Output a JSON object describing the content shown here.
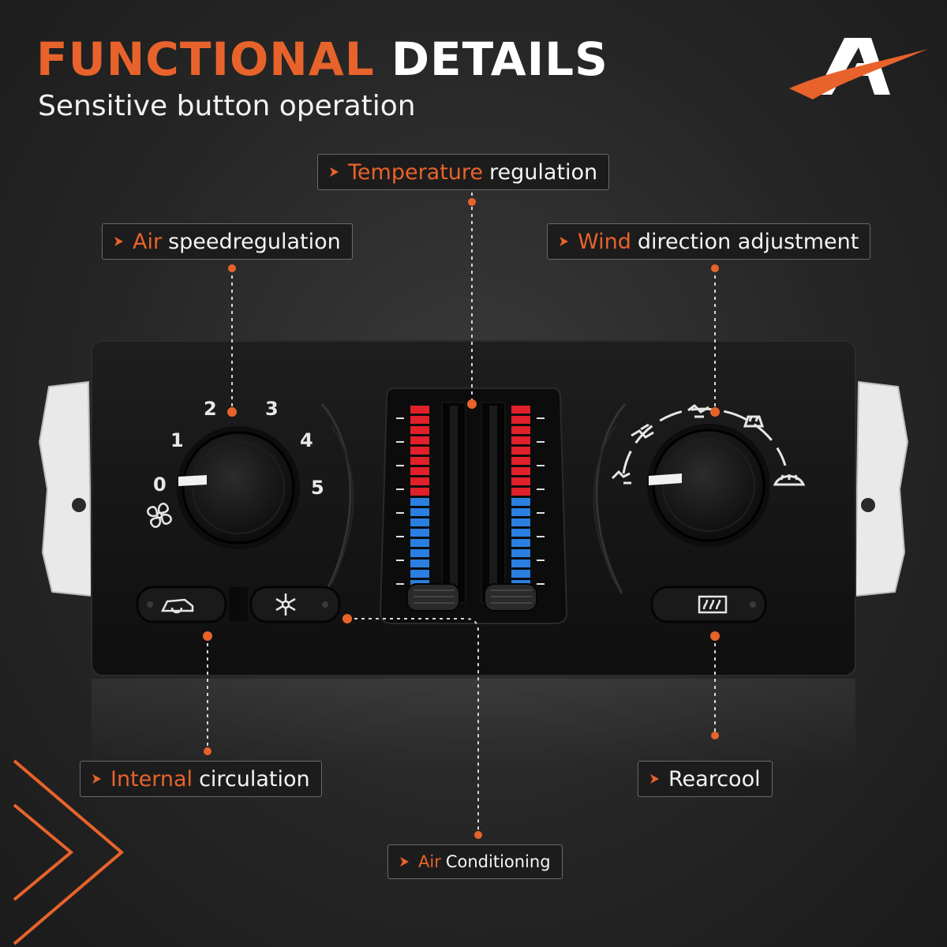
{
  "header": {
    "title_accent": "FUNCTIONAL",
    "title_rest": "DETAILS",
    "subtitle": "Sensitive button operation"
  },
  "labels": {
    "temperature": {
      "highlight": "Temperature",
      "rest": "regulation"
    },
    "air_speed": {
      "highlight": "Air",
      "rest": "speedregulation"
    },
    "wind_direction": {
      "highlight": "Wind",
      "rest": "direction adjustment"
    },
    "internal_circulation": {
      "highlight": "Internal",
      "rest": "circulation"
    },
    "rearcool": {
      "highlight": "",
      "rest": "Rearcool"
    },
    "air_conditioning": {
      "highlight": "Air",
      "rest": "Conditioning"
    }
  },
  "fan_dial": {
    "ticks": [
      "0",
      "1",
      "2",
      "3",
      "4",
      "5"
    ],
    "icon": "fan-icon"
  },
  "mode_dial": {
    "icons": [
      "vent-face-icon",
      "bi-level-icon",
      "floor-icon",
      "floor-defrost-icon",
      "defrost-icon"
    ]
  },
  "buttons": {
    "recirculation": "recirculation-car-icon",
    "ac": "snowflake-icon",
    "rear_defrost": "rear-defrost-icon"
  },
  "colors": {
    "accent": "#e8632b",
    "hot": "#e0202a",
    "cold": "#2a7fe0",
    "panel": "#141414"
  }
}
